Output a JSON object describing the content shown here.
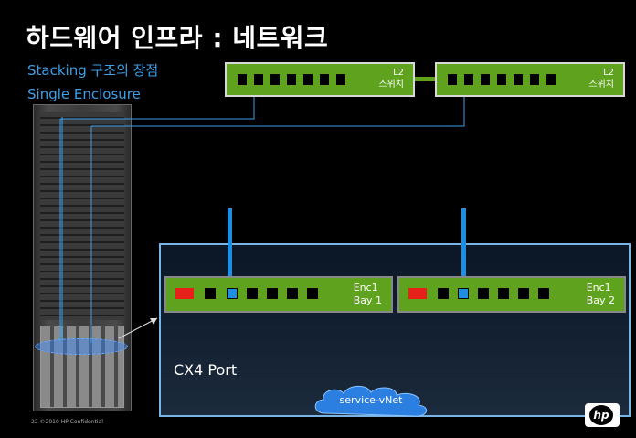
{
  "slide": {
    "title": "하드웨어 인프라 : 네트워크",
    "subtitles": [
      "Stacking 구조의 장점",
      "Single Enclosure"
    ],
    "footer": "22    ©2010  HP Confidential"
  },
  "l2_switches": [
    {
      "label_line1": "L2",
      "label_line2": "스위치"
    },
    {
      "label_line1": "L2",
      "label_line2": "스위치"
    }
  ],
  "bays": [
    {
      "label_line1": "Enc1",
      "label_line2": "Bay 1"
    },
    {
      "label_line1": "Enc1",
      "label_line2": "Bay 2"
    }
  ],
  "callouts": {
    "cx4_port": "CX4 Port",
    "cloud": "service-vNet"
  },
  "logo": {
    "text": "hp"
  },
  "colors": {
    "switch_green": "#5fa21e",
    "link_blue": "#1e8fe0",
    "port_red": "#e8201a",
    "subtitle_blue": "#3aa0e8",
    "enclosure_border": "#7ab4e6"
  }
}
